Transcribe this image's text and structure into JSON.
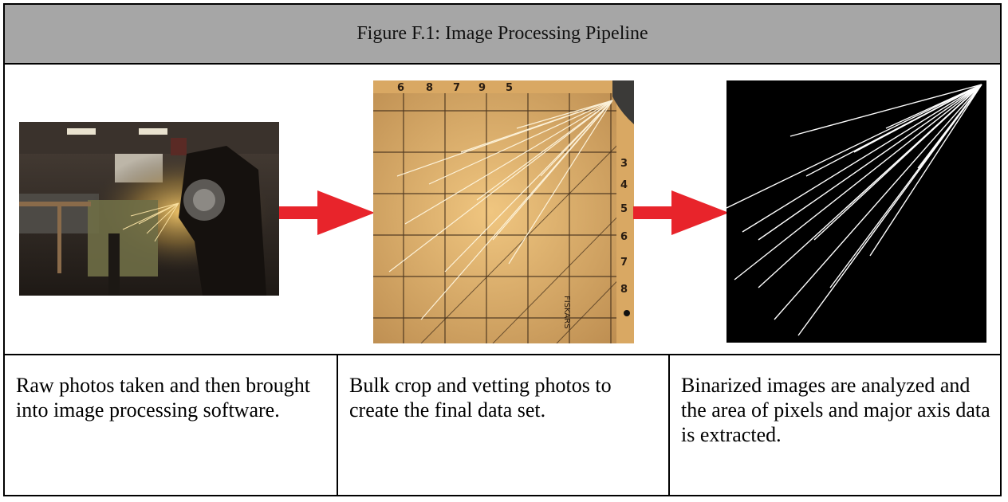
{
  "figure": {
    "title": "Figure F.1: Image Processing Pipeline"
  },
  "steps": [
    {
      "image_icon": "raw-photo-icon",
      "caption": "Raw photos taken and then brought into image processing software."
    },
    {
      "image_icon": "cropped-photo-icon",
      "caption": "Bulk crop and vetting photos to create the final data set."
    },
    {
      "image_icon": "binarized-image-icon",
      "caption": "Binarized images are analyzed and the area of pixels and major axis data is extracted."
    }
  ],
  "ruler": {
    "top_numbers": [
      "6",
      "8",
      "7",
      "9",
      "5"
    ],
    "side_numbers": [
      "3",
      "4",
      "5",
      "6",
      "7",
      "8"
    ],
    "brand": "FISKARS"
  },
  "colors": {
    "header_bg": "#a6a6a6",
    "arrow": "#e8242b"
  }
}
